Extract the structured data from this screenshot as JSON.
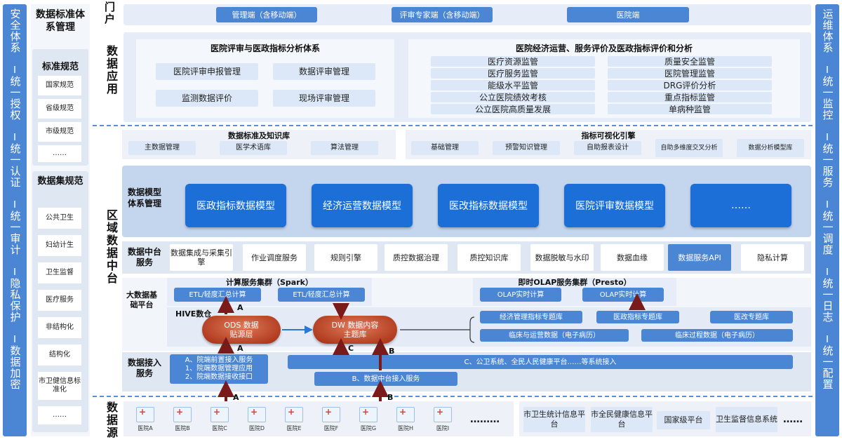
{
  "left_bar": [
    "安全体系",
    "统一授权",
    "统一认证",
    "统一审计",
    "隐私保护",
    "数据加密"
  ],
  "right_bar": [
    "运维体系",
    "统一监控",
    "统一服务",
    "统一调度",
    "统一日志",
    "统一配置"
  ],
  "standards": {
    "title": "数据标准体系管理",
    "norms_title": "标准规范",
    "norms": [
      "国家规范",
      "省级规范",
      "市级规范",
      "……"
    ],
    "dataset_title": "数据集规范",
    "datasets": [
      "公共卫生",
      "妇幼计生",
      "卫生监督",
      "医疗服务",
      "非结构化",
      "结构化",
      "市卫健信息标准化",
      "……"
    ]
  },
  "portal": {
    "label": "门户",
    "items": [
      "管理端（含移动端）",
      "评审专家端（含移动端）",
      "医院端"
    ]
  },
  "app": {
    "label": "数据应用",
    "left_title": "医院评审与医政指标分析体系",
    "left_items": [
      "医院评审申报管理",
      "数据评审管理",
      "监测数据评价",
      "现场评审管理"
    ],
    "right_title": "医院经济运营、服务评价及医政指标评价和分析",
    "right_col1": [
      "医疗资源监管",
      "医疗服务监管",
      "能级水平监管",
      "公立医院绩效考核",
      "公立医院高质量发展"
    ],
    "right_col2": [
      "质量安全监管",
      "医院管理监管",
      "DRG评价分析",
      "重点指标监管",
      "单病种监管"
    ]
  },
  "region": {
    "label": "区域数据中台",
    "knowledge_title": "数据标准及知识库",
    "knowledge_items": [
      "主数据管理",
      "医学术语库",
      "算法管理"
    ],
    "viz_title": "指标可视化引擎",
    "viz_items": [
      "基础管理",
      "预警知识管理",
      "自助报表设计",
      "自助多维度交叉分析",
      "数据分析模型库"
    ],
    "model_label": "数据模型体系管理",
    "models": [
      "医政指标数据模型",
      "经济运营数据模型",
      "医改指标数据模型",
      "医院评审数据模型",
      "……"
    ],
    "service_label": "数据中台服务",
    "services": [
      "数据集成与采集引擎",
      "作业调度服务",
      "规则引擎",
      "质控数据治理",
      "质控知识库",
      "数据脱敏与水印",
      "数据血缘",
      "数据服务API",
      "隐私计算"
    ],
    "bigdata_label": "大数据基础平台",
    "spark_title": "计算服务集群（Spark）",
    "spark_items": [
      "ETL/轻度汇总计算",
      "ETL/轻度汇总计算"
    ],
    "olap_title": "即时OLAP服务集群（Presto）",
    "olap_items": [
      "OLAP实时计算",
      "OLAP实时计算"
    ],
    "hive_label": "HIVE数仓",
    "ods_label": "ODS 数据贴源层",
    "dw_label": "DW 数据内容主题库",
    "themes": [
      "经济管理指标专题库",
      "医政指标专题库",
      "医改专题库",
      "临床与运营数据（电子病历）",
      "临床过程数据（电子病历）"
    ],
    "access_label": "数据接入服务",
    "access_a": "A、院端前置接入服务\n1、院端数据管理应用\n2、院端数据接收接口",
    "access_c": "C、公卫系统、全民人民健康平台……等系统接入",
    "access_b": "B、数据中台接入服务",
    "letters": [
      "A",
      "A",
      "B",
      "C",
      "A",
      "B"
    ]
  },
  "source": {
    "label": "数据源",
    "hospitals": [
      "医院A",
      "医院B",
      "医院C",
      "医院D",
      "医院E",
      "医院F",
      "医院G",
      "医院H",
      "医院I"
    ],
    "dots": "………",
    "platforms": [
      "市卫生统计信息平台",
      "市全民健康信息平台",
      "国家级平台",
      "卫生监督信息系统"
    ],
    "dots2": "……"
  }
}
